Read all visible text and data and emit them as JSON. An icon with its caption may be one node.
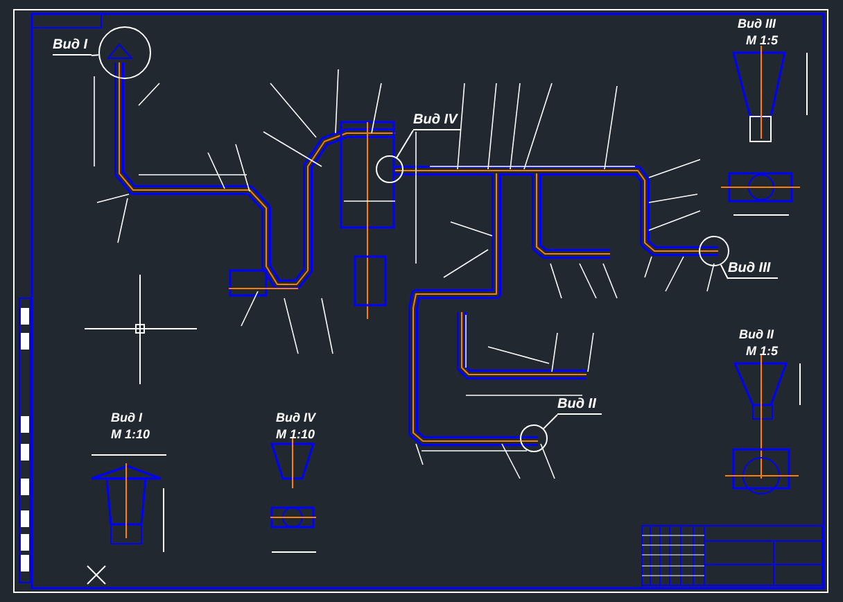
{
  "diagram": {
    "nodes": [
      {
        "text": [
          "Вид I"
        ]
      },
      {
        "text": [],
        "shape": "circle"
      },
      {
        "text": [
          "Вид IV"
        ]
      },
      {
        "text": [],
        "shape": "circle"
      },
      {
        "text": [
          "Вид III"
        ]
      },
      {
        "text": [],
        "shape": "circle"
      },
      {
        "text": [
          "Вид II"
        ]
      },
      {
        "text": [],
        "shape": "circle"
      }
    ],
    "edges": [
      {
        "from": 0,
        "to": 1,
        "arrow": "none"
      },
      {
        "from": 2,
        "to": 3,
        "arrow": "none"
      },
      {
        "from": 4,
        "to": 5,
        "arrow": "none"
      },
      {
        "from": 6,
        "to": 7,
        "arrow": "none"
      }
    ],
    "labels": [
      "Вид III",
      "М 1:5",
      "Вид II",
      "М 1:5",
      "Вид I",
      "М 1:10",
      "Вид IV",
      "М 1:10"
    ]
  }
}
